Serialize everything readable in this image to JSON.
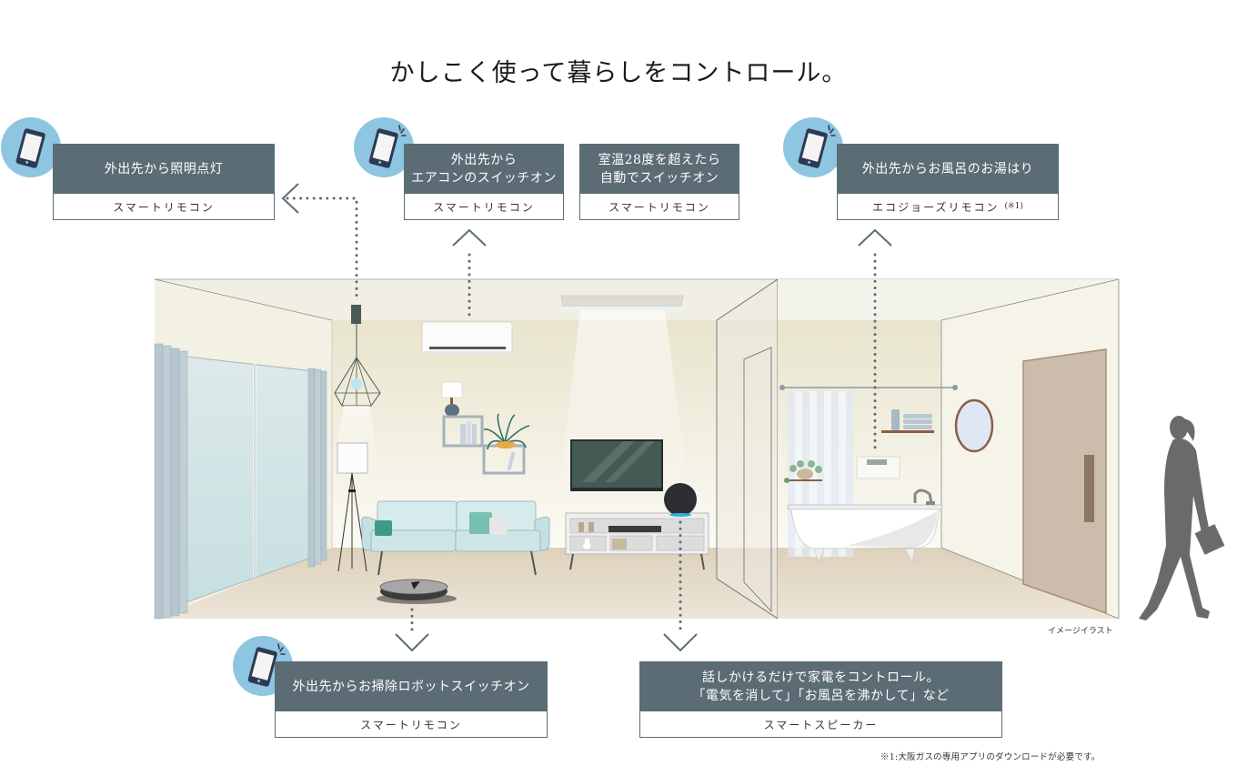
{
  "title": "かしこく使って暮らしをコントロール。",
  "colors": {
    "card_header": "#5b6c74",
    "bubble": "#8ec5e0",
    "phone": "#2d3a52",
    "dots": "#5b6c74",
    "wall": "#efecdc",
    "floor": "#e2d8c6"
  },
  "cards": [
    {
      "id": "lighting",
      "title_lines": [
        "外出先から照明点灯"
      ],
      "device": "スマートリモコン",
      "icon": "smartphone-icon"
    },
    {
      "id": "aircon",
      "title_lines": [
        "外出先から",
        "エアコンのスイッチオン"
      ],
      "device": "スマートリモコン",
      "icon": "smartphone-notify-icon"
    },
    {
      "id": "temperature",
      "title_lines": [
        "室温28度を超えたら",
        "自動でスイッチオン"
      ],
      "device": "スマートリモコン"
    },
    {
      "id": "bath",
      "title_lines": [
        "外出先からお風呂のお湯はり"
      ],
      "device": "エコジョーズリモコン",
      "device_note": "(※1)",
      "icon": "smartphone-notify-icon"
    },
    {
      "id": "robot",
      "title_lines": [
        "外出先からお掃除ロボットスイッチオン"
      ],
      "device": "スマートリモコン",
      "icon": "smartphone-notify-icon"
    },
    {
      "id": "speaker",
      "title_lines": [
        "話しかけるだけで家電をコントロール。",
        "「電気を消して」「お風呂を沸かして」など"
      ],
      "device": "スマートスピーカー"
    }
  ],
  "scene": {
    "items": [
      "pendant-light",
      "air-conditioner",
      "ceiling-light",
      "floor-lamp",
      "sofa",
      "robot-vacuum",
      "tv",
      "tv-stand",
      "smart-speaker",
      "bathtub",
      "shower-curtain",
      "bath-remote",
      "mirror",
      "door",
      "walking-woman"
    ]
  },
  "caption": "イメージイラスト",
  "footnote": "※1:大阪ガスの専用アプリのダウンロードが必要です。"
}
